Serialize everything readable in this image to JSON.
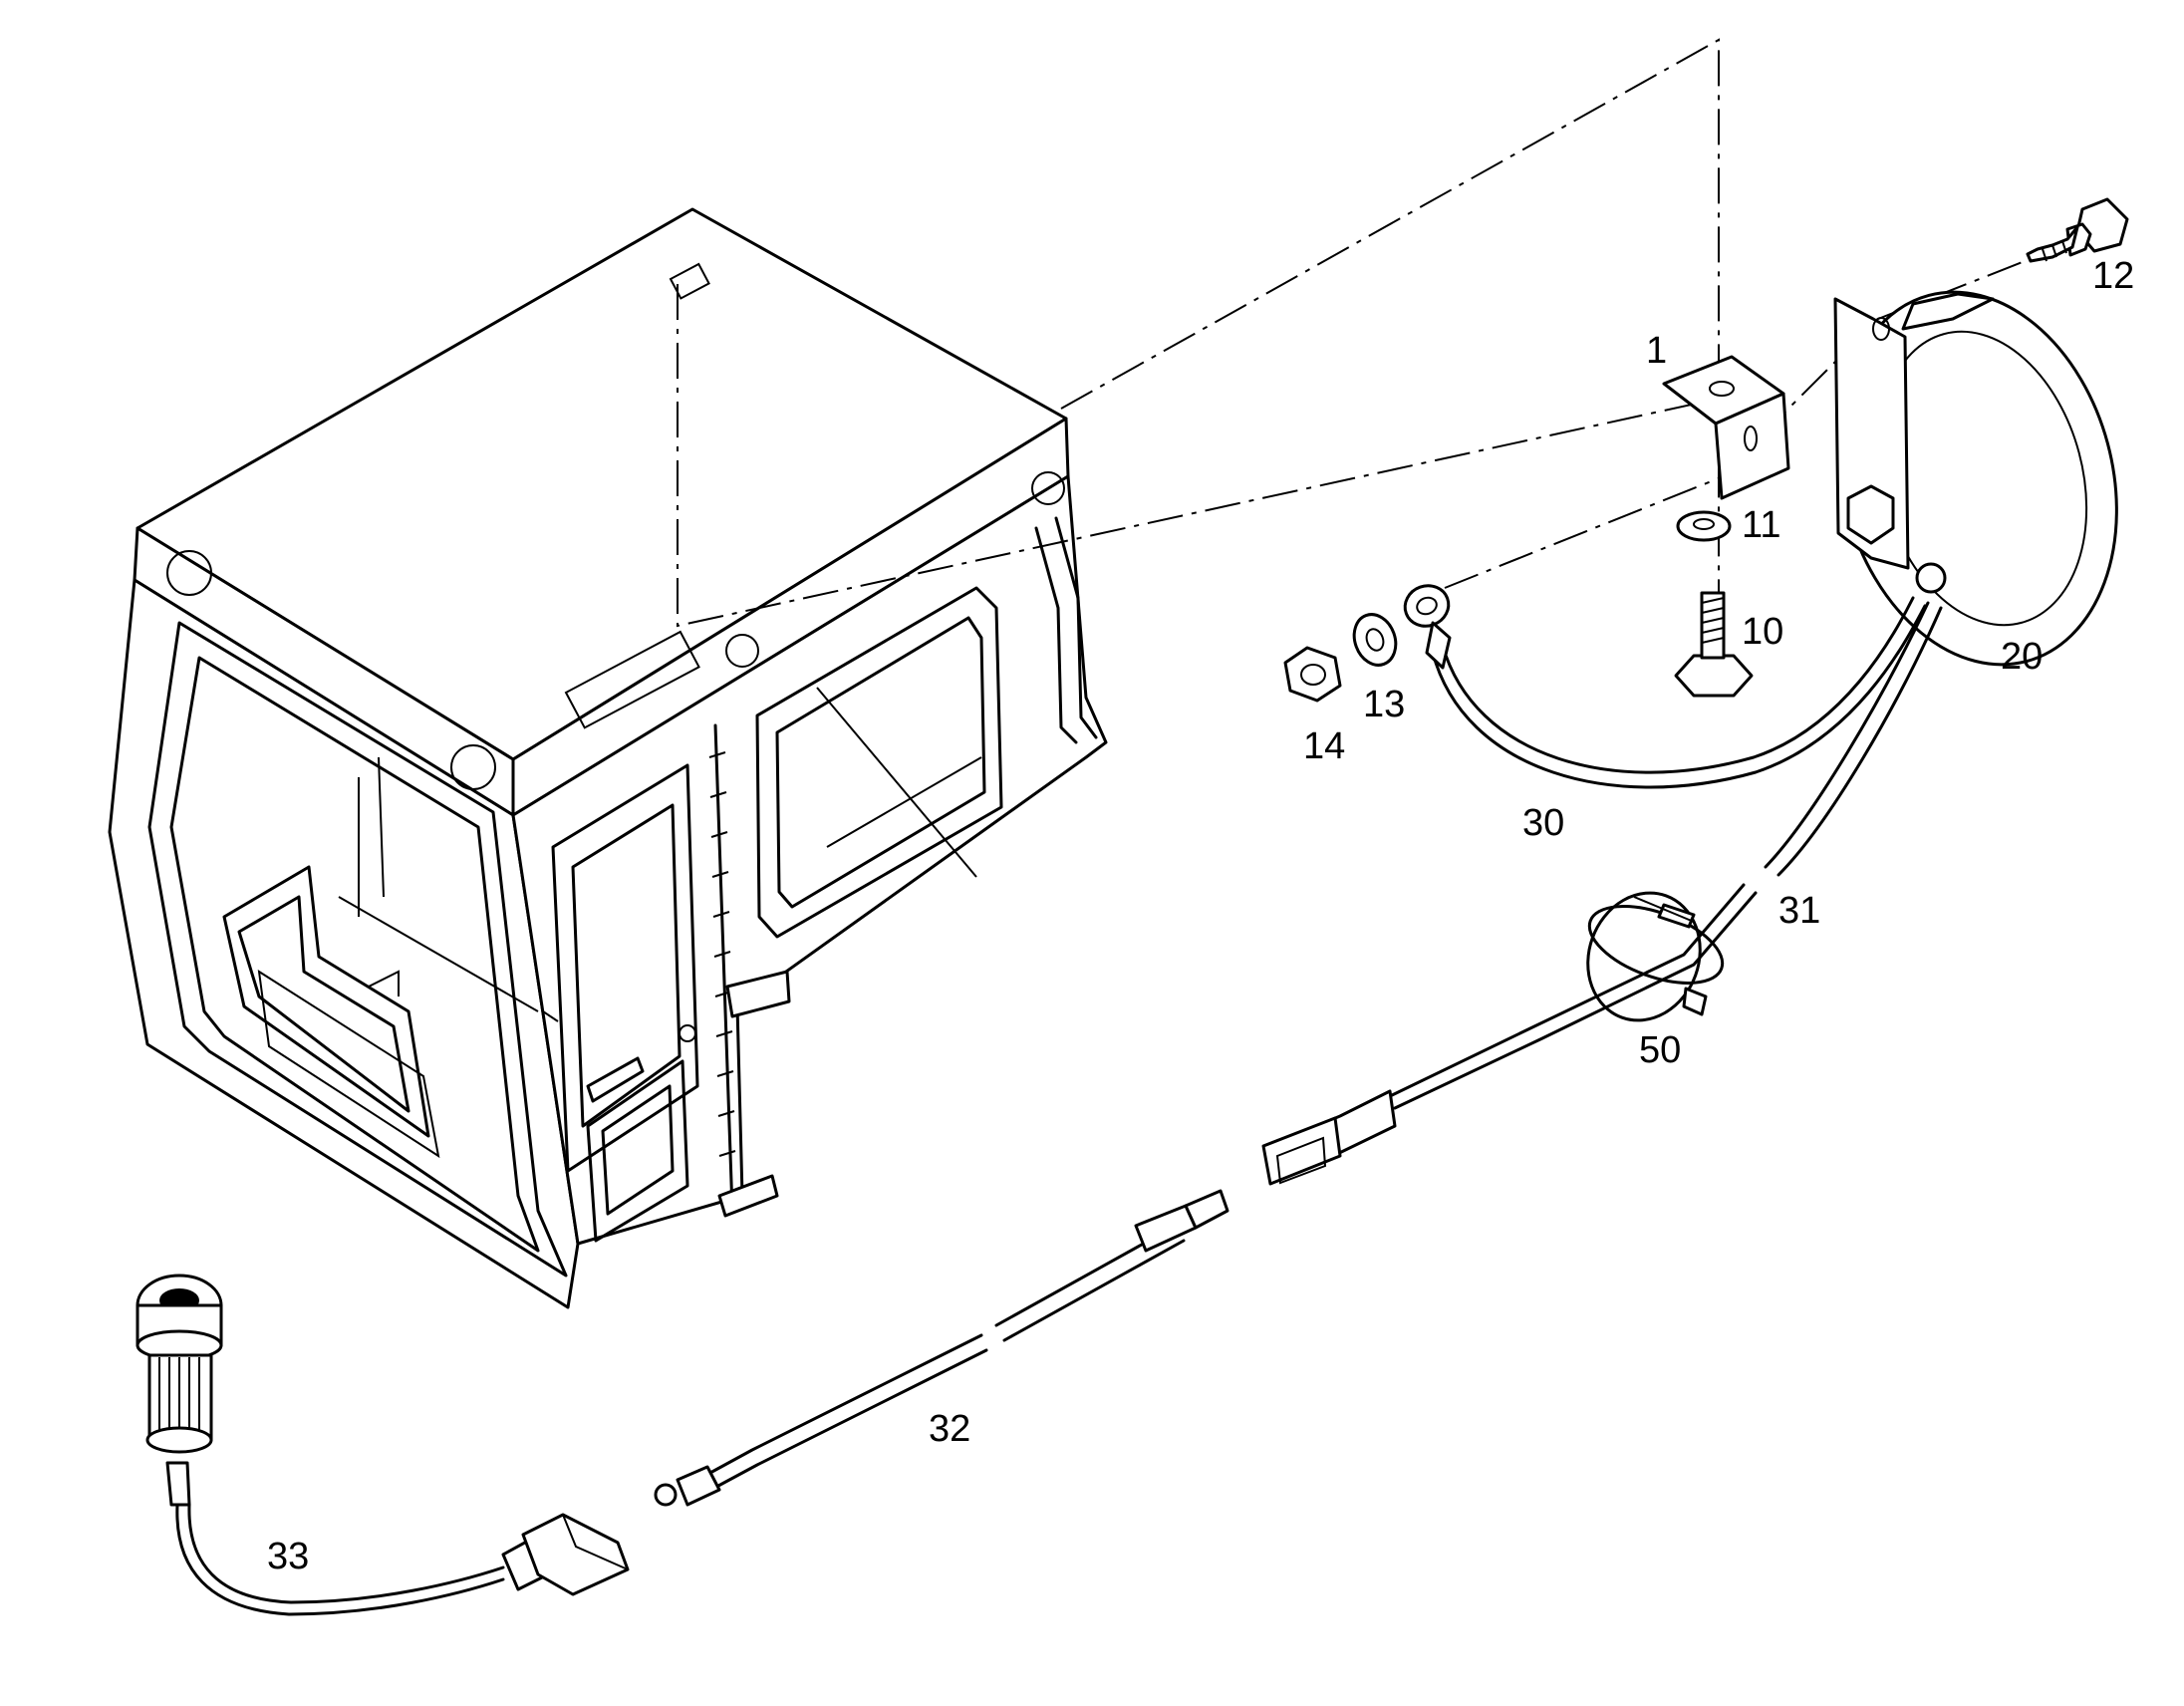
{
  "diagram": {
    "callouts": [
      {
        "id": "1",
        "text": "1"
      },
      {
        "id": "10",
        "text": "10"
      },
      {
        "id": "11",
        "text": "11"
      },
      {
        "id": "12",
        "text": "12"
      },
      {
        "id": "13",
        "text": "13"
      },
      {
        "id": "14",
        "text": "14"
      },
      {
        "id": "20",
        "text": "20"
      },
      {
        "id": "30",
        "text": "30"
      },
      {
        "id": "31",
        "text": "31"
      },
      {
        "id": "32",
        "text": "32"
      },
      {
        "id": "33",
        "text": "33"
      },
      {
        "id": "50",
        "text": "50"
      }
    ]
  }
}
